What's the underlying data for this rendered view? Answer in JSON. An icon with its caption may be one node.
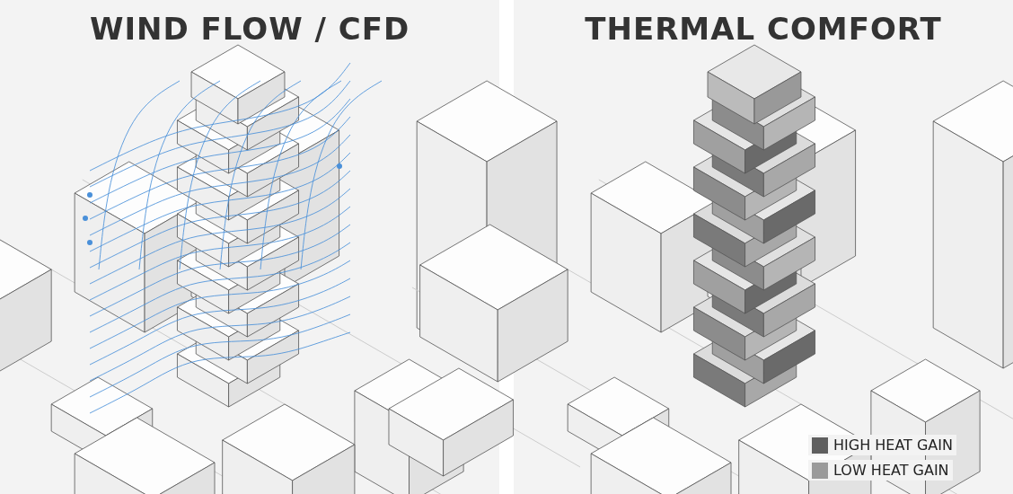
{
  "diagram": {
    "labels": [
      "WIND FLOW / CFD",
      "THERMAL COMFORT"
    ],
    "legend": [
      {
        "text": "HIGH HEAT GAIN",
        "color": "#5f5f5f"
      },
      {
        "text": "LOW HEAT GAIN",
        "color": "#9a9a9a"
      }
    ]
  }
}
